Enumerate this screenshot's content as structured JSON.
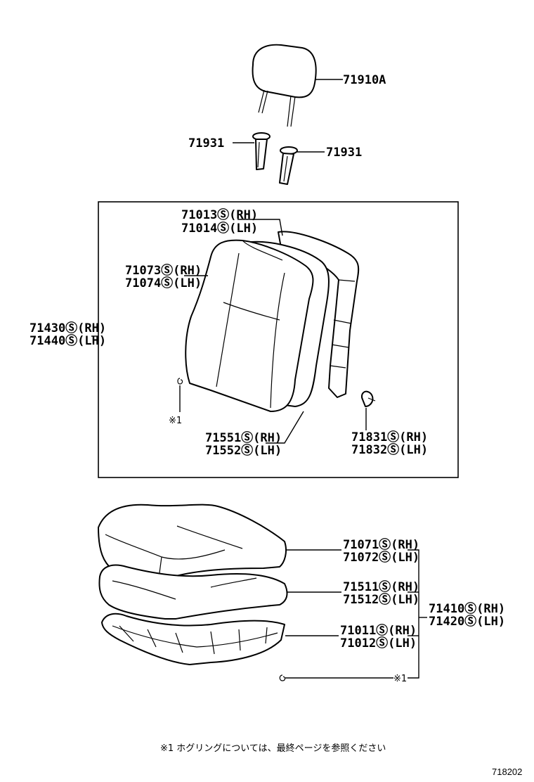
{
  "labels": {
    "headrest": "71910A",
    "support_left": "71931",
    "support_right": "71931",
    "back_cover_upper": "71013Ⓢ(RH)",
    "back_cover_lower": "71014Ⓢ(LH)",
    "back_frame_upper": "71073Ⓢ(RH)",
    "back_frame_lower": "71074Ⓢ(LH)",
    "back_assy_upper": "71430Ⓢ(RH)",
    "back_assy_lower": "71440Ⓢ(LH)",
    "back_pad_upper": "71551Ⓢ(RH)",
    "back_pad_lower": "71552Ⓢ(LH)",
    "clip_upper": "71831Ⓢ(RH)",
    "clip_lower": "71832Ⓢ(LH)",
    "cushion_cover_upper": "71071Ⓢ(RH)",
    "cushion_cover_lower": "71072Ⓢ(LH)",
    "cushion_pad_upper": "71511Ⓢ(RH)",
    "cushion_pad_lower": "71512Ⓢ(LH)",
    "cushion_frame_upper": "71011Ⓢ(RH)",
    "cushion_frame_lower": "71012Ⓢ(LH)",
    "cushion_assy_upper": "71410Ⓢ(RH)",
    "cushion_assy_lower": "71420Ⓢ(LH)",
    "ref_mark_back": "※1",
    "ref_mark_cushion": "※1"
  },
  "footnote": "※1  ホグリングについては、最終ページを参照ください",
  "figure_code": "718202"
}
